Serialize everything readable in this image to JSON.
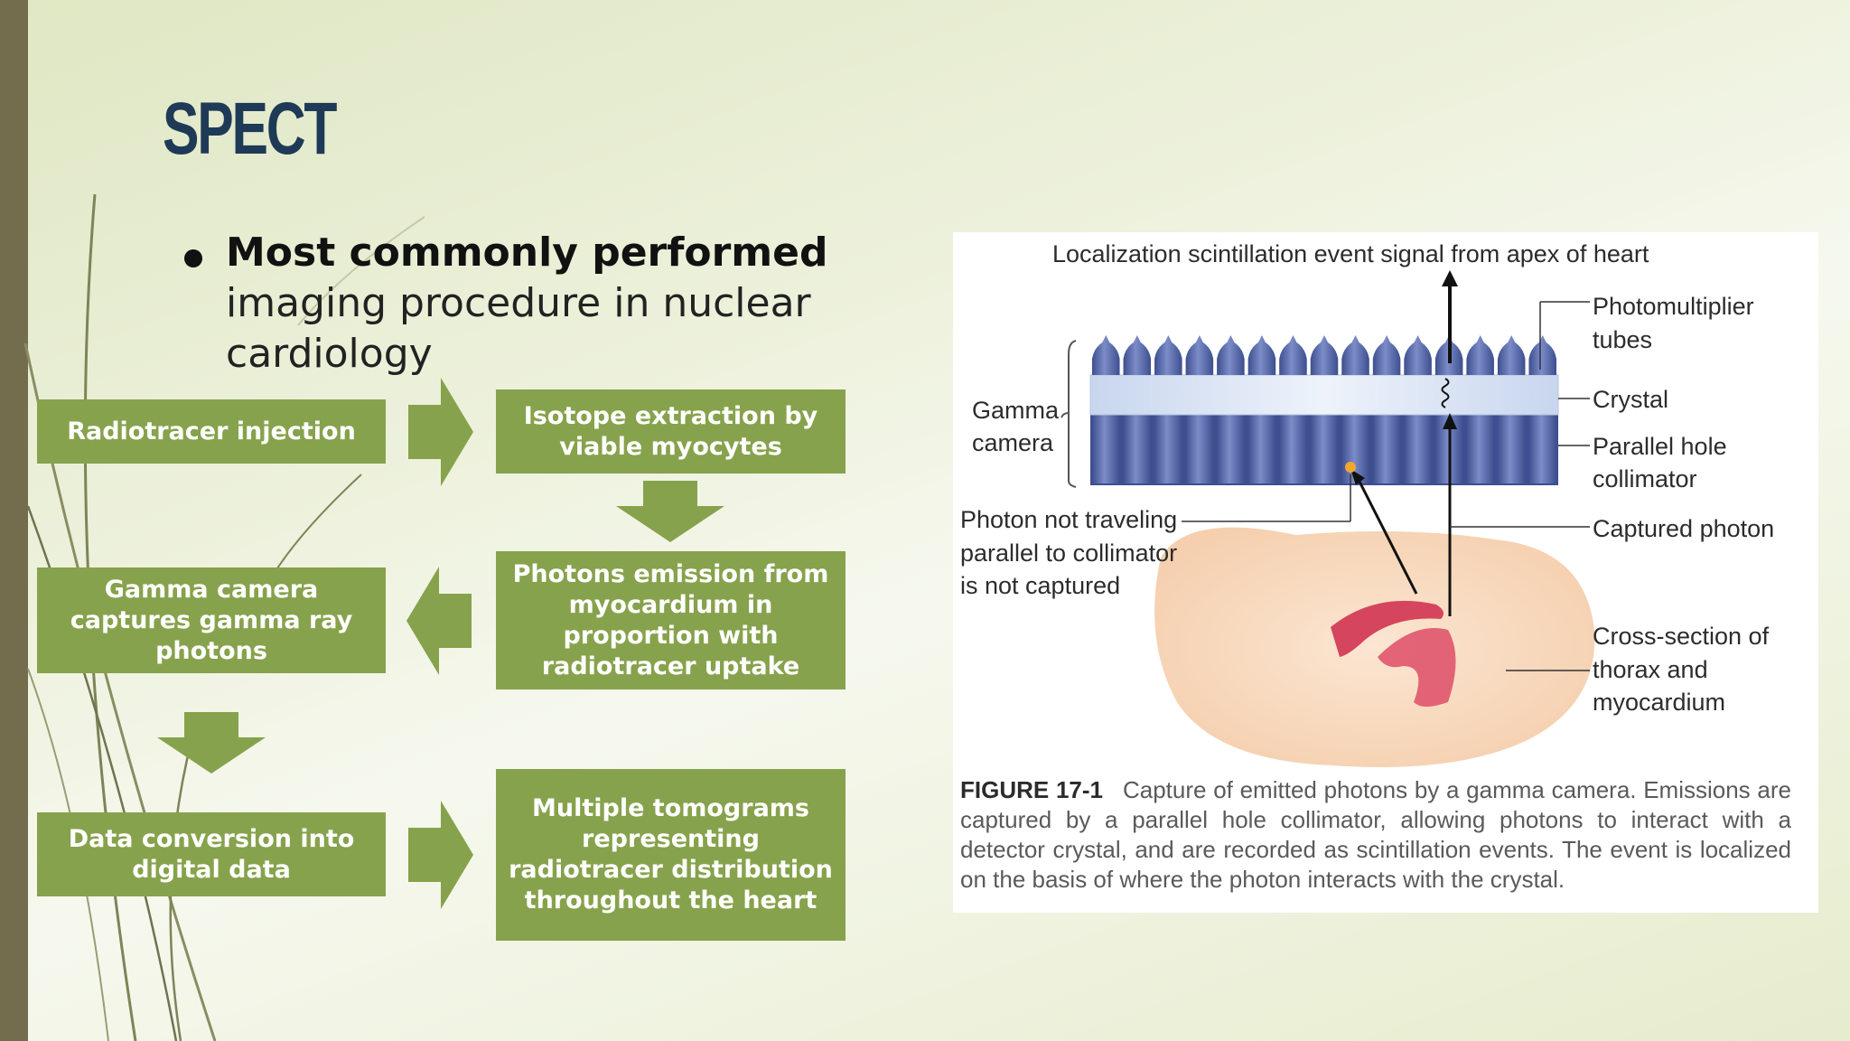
{
  "slide": {
    "title": "SPECT",
    "bullet_bold": "Most commonly performed",
    "bullet_rest": " imaging procedure in nuclear cardiology"
  },
  "flow": {
    "steps": [
      "Radiotracer injection",
      "Isotope extraction by viable myocytes",
      "Photons emission from myocardium in proportion with radiotracer uptake",
      "Gamma camera captures gamma ray photons",
      "Data conversion into digital data",
      "Multiple tomograms representing radiotracer distribution throughout the heart"
    ]
  },
  "figure": {
    "top_label": "Localization scintillation event signal from apex of heart",
    "pmt_label_1": "Photomultiplier",
    "pmt_label_2": "tubes",
    "crystal_label": "Crystal",
    "collimator_label_1": "Parallel hole",
    "collimator_label_2": "collimator",
    "camera_label_1": "Gamma",
    "camera_label_2": "camera",
    "captured_label": "Captured photon",
    "not_captured_1": "Photon not traveling",
    "not_captured_2": "parallel to collimator",
    "not_captured_3": "is not captured",
    "thorax_1": "Cross-section of",
    "thorax_2": "thorax and",
    "thorax_3": "myocardium",
    "caption_num": "FIGURE 17-1",
    "caption_text": "Capture of emitted photons by a gamma camera. Emissions are captured by a parallel hole collimator, allowing photons to interact with a detector crystal, and are recorded as scintillation events. The event is localized on the basis of where the photon interacts with the crystal."
  },
  "colors": {
    "title": "#1f3a57",
    "box": "#87a24c",
    "left_bar": "#736d4e",
    "collimator": "#5566a6",
    "crystal": "#dfe8f6",
    "thorax": "#f9ddc4",
    "myocardium": "#d94760"
  }
}
